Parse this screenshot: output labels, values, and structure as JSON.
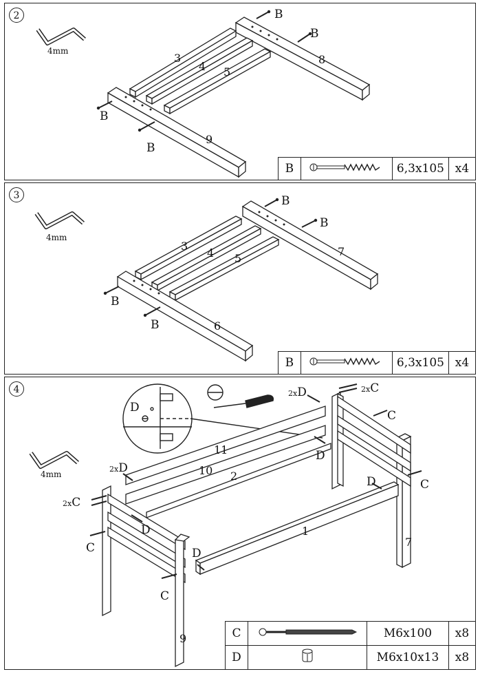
{
  "panel2": {
    "step": "2",
    "tool": "4mm",
    "labels": {
      "b1": "B",
      "b2": "B",
      "b3": "B",
      "b4": "B",
      "p3": "3",
      "p4": "4",
      "p5": "5",
      "p8": "8",
      "p9": "9"
    },
    "parts": {
      "letter": "B",
      "size": "6,3x105",
      "qty": "x4"
    }
  },
  "panel3": {
    "step": "3",
    "tool": "4mm",
    "labels": {
      "b1": "B",
      "b2": "B",
      "b3": "B",
      "b4": "B",
      "p3": "3",
      "p4": "4",
      "p5": "5",
      "p7": "7",
      "p6": "6"
    },
    "parts": {
      "letter": "B",
      "size": "6,3x105",
      "qty": "x4"
    }
  },
  "panel4": {
    "step": "4",
    "tool": "4mm",
    "labels": {
      "detail_d": "D",
      "d_pre1": "2x",
      "d1": "D",
      "c_pre1": "2x",
      "c1": "C",
      "c2": "C",
      "d2": "D",
      "p11": "11",
      "p10": "10",
      "p2": "2",
      "d_pre2": "2x",
      "d3": "D",
      "c_pre2": "2x",
      "c3": "C",
      "c4": "C",
      "d4": "D",
      "d5": "D",
      "c5": "C",
      "d6": "D",
      "c6": "C",
      "p1": "1",
      "p7": "7",
      "p9": "9"
    },
    "parts": [
      {
        "letter": "C",
        "size": "M6x100",
        "qty": "x8"
      },
      {
        "letter": "D",
        "size": "M6x10x13",
        "qty": "x8"
      }
    ]
  }
}
